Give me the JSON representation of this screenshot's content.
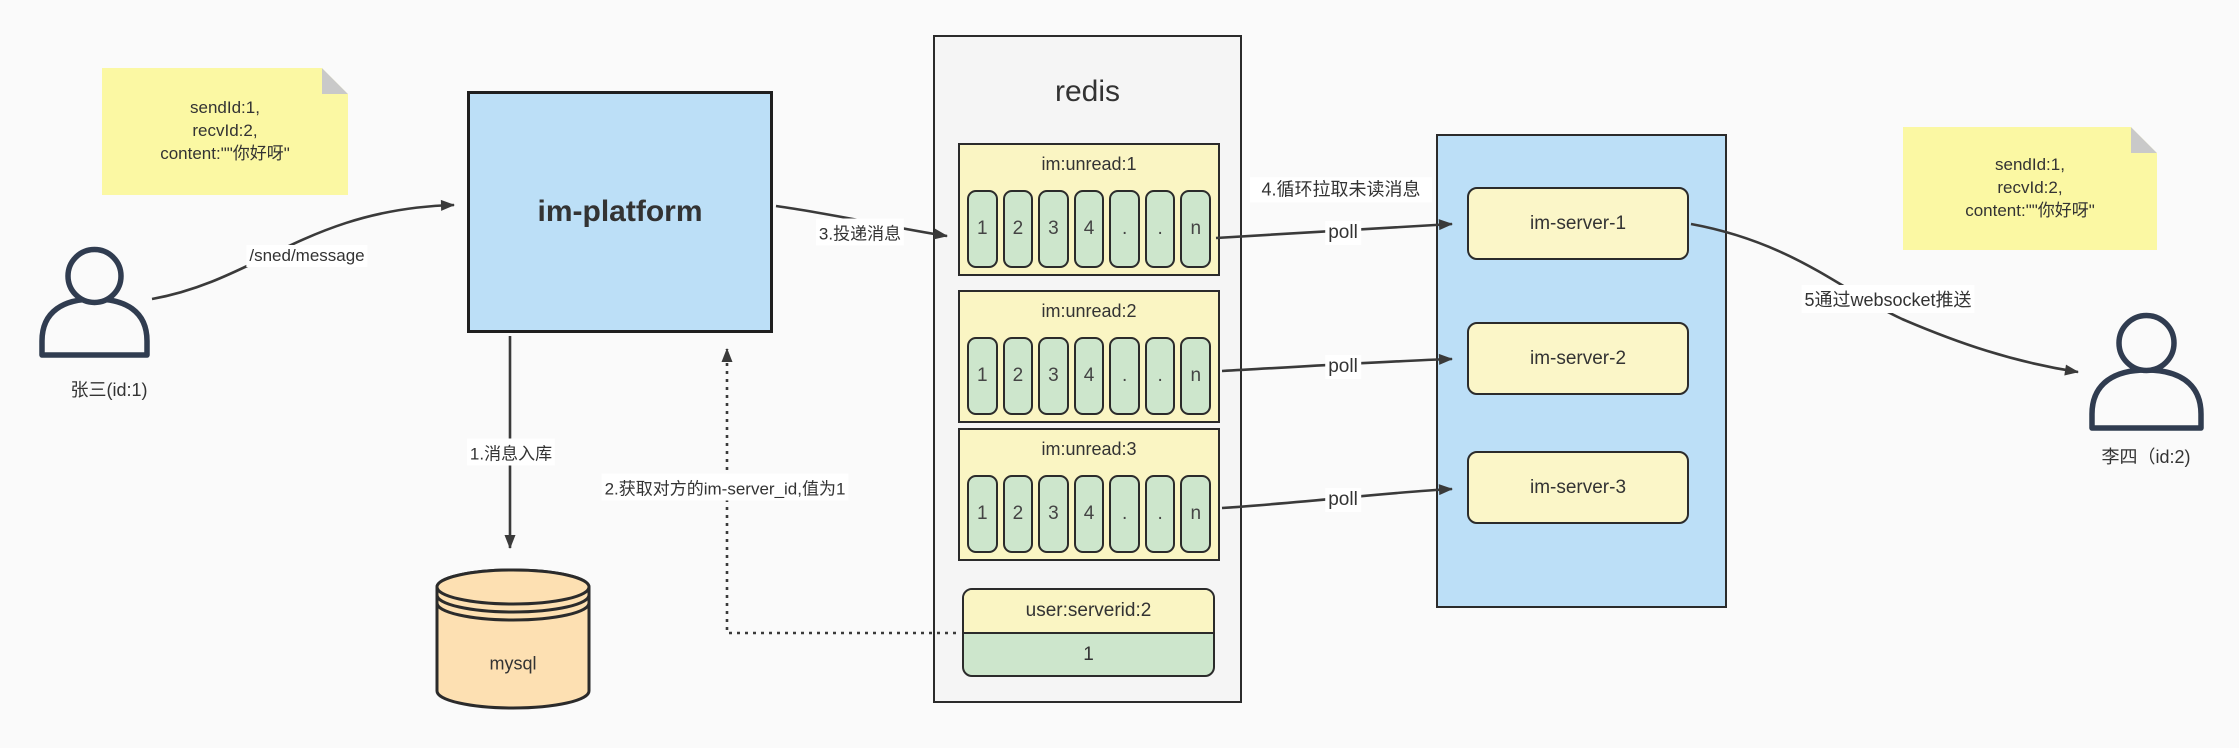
{
  "notes": {
    "left": {
      "lines": [
        "sendId:1,",
        "recvId:2,",
        "content:\"\"你好呀\""
      ]
    },
    "right": {
      "lines": [
        "sendId:1,",
        "recvId:2,",
        "content:\"\"你好呀\""
      ]
    }
  },
  "actors": {
    "sender": {
      "label": "张三(id:1)"
    },
    "receiver": {
      "label": "李四（id:2)"
    }
  },
  "platform": {
    "label": "im-platform"
  },
  "database": {
    "label": "mysql"
  },
  "redis": {
    "title": "redis",
    "queues": [
      {
        "name": "im:unread:1",
        "cells": [
          "1",
          "2",
          "3",
          "4",
          ".",
          ".",
          "n"
        ]
      },
      {
        "name": "im:unread:2",
        "cells": [
          "1",
          "2",
          "3",
          "4",
          ".",
          ".",
          "n"
        ]
      },
      {
        "name": "im:unread:3",
        "cells": [
          "1",
          "2",
          "3",
          "4",
          ".",
          ".",
          "n"
        ]
      }
    ],
    "kv": {
      "key": "user:serverid:2",
      "value": "1"
    }
  },
  "servers": {
    "items": [
      {
        "label": "im-server-1"
      },
      {
        "label": "im-server-2"
      },
      {
        "label": "im-server-3"
      }
    ]
  },
  "edges": {
    "send": "/sned/message",
    "store": "1.消息入库",
    "lookup": "2.获取对方的im-server_id,值为1",
    "deliver": "3.投递消息",
    "pull": "4.循环拉取未读消息",
    "poll": "poll",
    "push": "5通过websocket推送"
  },
  "colors": {
    "background": "#FAFAFA",
    "note_yellow": "#FBF8A3",
    "pale_yellow": "#FAF5C3",
    "cell_green": "#CDE6CC",
    "box_blue": "#BCDFF7",
    "db_orange": "#FDE0B2",
    "panel_gray": "#F5F5F5",
    "stroke_ink": "#2B2B2B",
    "person_navy": "#303C50",
    "arrow": "#3A3A3A"
  }
}
